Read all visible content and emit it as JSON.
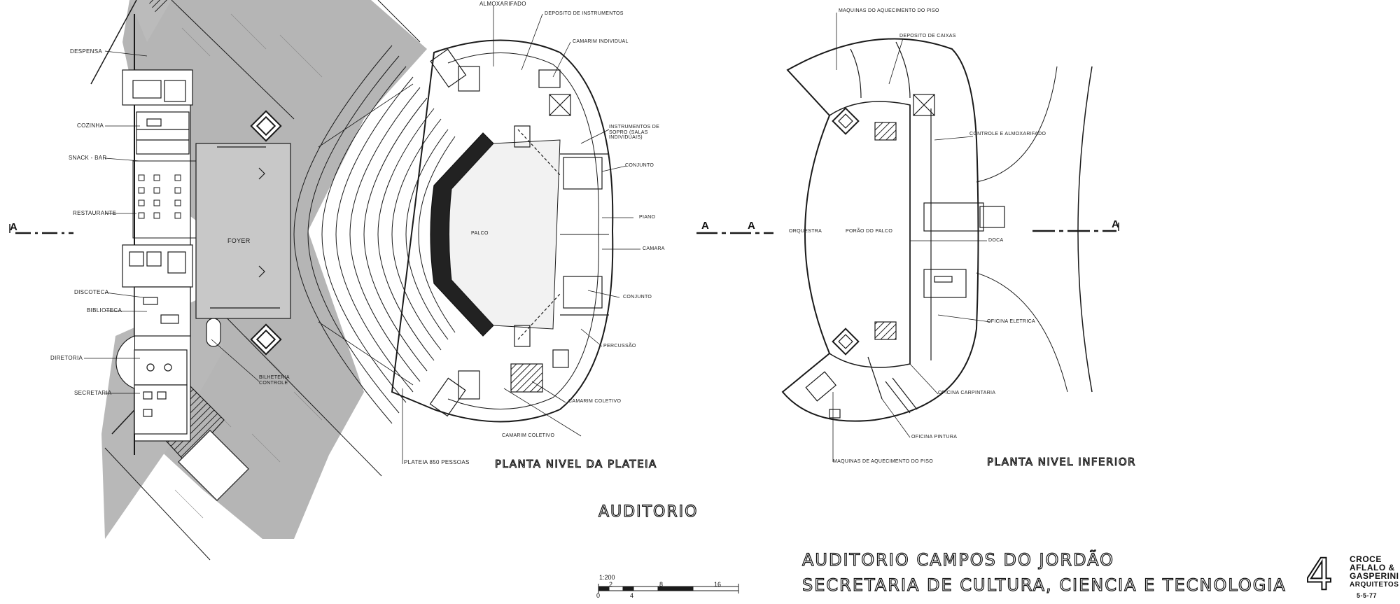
{
  "drawing": {
    "auditorium_label": "AUDITORIO",
    "project_title": "AUDITORIO  CAMPOS DO JORDÃO",
    "client_title": "SECRETARIA  DE  CULTURA,  CIENCIA  E  TECNOLOGIA",
    "sheet_number": "4",
    "firm": [
      "CROCE",
      "AFLALO &",
      "GASPERINI"
    ],
    "firm_role": "ARQUITETOS",
    "date": "5-5-77",
    "scale": {
      "ratio": "1:200",
      "ticks": [
        "0",
        "2",
        "4",
        "8",
        "16"
      ]
    }
  },
  "plan_plateia": {
    "title": "PLANTA NIVEL DA PLATEIA",
    "section_left": "A",
    "section_right": "A",
    "rooms": {
      "despensa": "DESPENSA",
      "cozinha": "COZINHA",
      "snack_bar": "SNACK - BAR",
      "restaurante": "RESTAURANTE",
      "discoteca": "DISCOTECA",
      "biblioteca": "BIBLIOTECA",
      "diretoria": "DIRETORIA",
      "secretaria": "SECRETARIA",
      "foyer": "FOYER",
      "bilheteria": "BILHETERIA CONTROLE",
      "almoxarifado": "ALMOXARIFADO",
      "deposito_instrumentos": "DEPOSITO DE INSTRUMENTOS",
      "camarim_individual": "CAMARIM INDIVIDUAL",
      "instrumentos_sopro": "INSTRUMENTOS DE SOPRO (SALAS INDIVIDUAIS)",
      "conjunto_1": "CONJUNTO",
      "piano": "PIANO",
      "camara": "CAMARA",
      "conjunto_2": "CONJUNTO",
      "percussao": "PERCUSSÃO",
      "camarim_coletivo_1": "CAMARIM COLETIVO",
      "camarim_coletivo_2": "CAMARIM COLETIVO",
      "palco": "PALCO",
      "plateia": "PLATEIA 850 PESSOAS"
    }
  },
  "plan_inferior": {
    "title": "PLANTA NIVEL INFERIOR",
    "section_left": "A",
    "section_right": "A",
    "rooms": {
      "maquinas_top": "MAQUINAS DO AQUECIMENTO DO PISO",
      "deposito_caixas": "DEPOSITO DE CAIXAS",
      "controle": "CONTROLE E ALMOXARIFADO",
      "orquestra": "ORQUESTRA",
      "porao": "PORÃO DO PALCO",
      "doca": "DOCA",
      "oficina_eletrica": "OFICINA ELETRICA",
      "oficina_carpintaria": "OFICINA CARPINTARIA",
      "oficina_pintura": "OFICINA PINTURA",
      "maquinas_bottom": "MAQUINAS DE AQUECIMENTO DO PISO"
    }
  },
  "colors": {
    "ink": "#1a1a1a",
    "paving": "#b8b8b8",
    "stage_floor": "#f2f2f2",
    "stage_edge": "#222222"
  }
}
